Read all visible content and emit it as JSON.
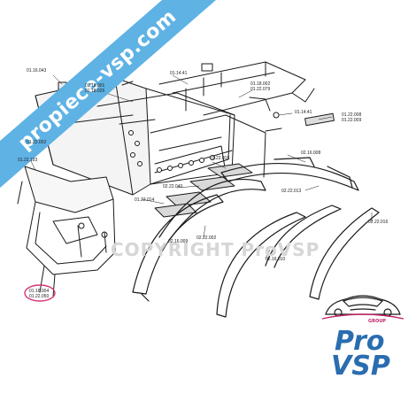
{
  "watermark": {
    "banner_text": "propiece-vsp.com",
    "copyright_text": "COPYRIGHT ProVSP"
  },
  "logo": {
    "line1": "Pro",
    "line2": "VSP",
    "tag": "GROUP",
    "colors": {
      "text": "#2a6db0",
      "accent": "#c21f66"
    }
  },
  "diagram": {
    "labels": [
      {
        "text": "01.16.043"
      },
      {
        "text": "01.14.41"
      },
      {
        "text": "01.18.001\n01.18.025"
      },
      {
        "text": "01.18.002\n01.22.079"
      },
      {
        "text": "01.14.41"
      },
      {
        "text": "01.22.008\n01.22.009"
      },
      {
        "text": "01.22.002"
      },
      {
        "text": "01.22.193"
      },
      {
        "text": "01.22.015"
      },
      {
        "text": "02.16.008"
      },
      {
        "text": "02.22.013"
      },
      {
        "text": "02.22.016"
      },
      {
        "text": "02.22.040"
      },
      {
        "text": "01.22.014"
      },
      {
        "text": "02.16.009"
      },
      {
        "text": "02.22.002"
      },
      {
        "text": "02.16.010"
      },
      {
        "text": "01.16.004\n01.22.050"
      }
    ],
    "highlight_color": "#d4357a",
    "banner_color": "#5fb2e4"
  }
}
